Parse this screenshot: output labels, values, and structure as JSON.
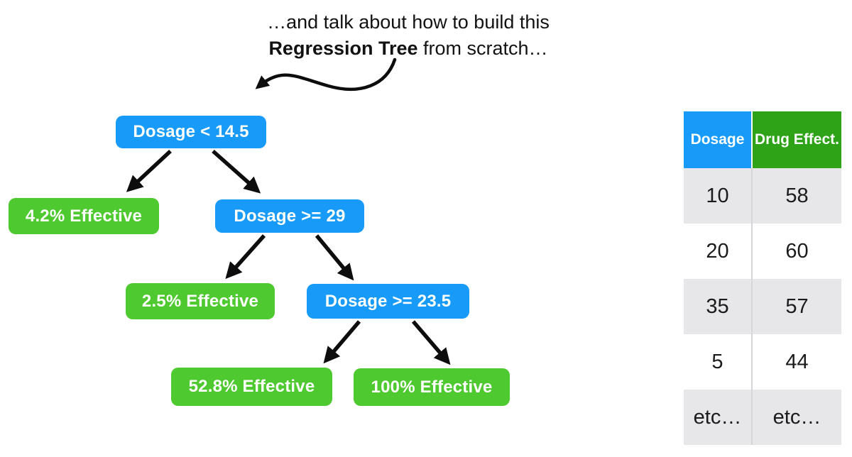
{
  "title": {
    "line1": "…and talk about how to build this",
    "line2_bold": "Regression Tree",
    "line2_rest": " from scratch…"
  },
  "tree": {
    "root": {
      "label": "Dosage < 14.5",
      "type": "decision"
    },
    "leaf_4_2": {
      "label": "4.2% Effective",
      "type": "leaf"
    },
    "node_29": {
      "label": "Dosage >= 29",
      "type": "decision"
    },
    "leaf_2_5": {
      "label": "2.5% Effective",
      "type": "leaf"
    },
    "node_23_5": {
      "label": "Dosage >= 23.5",
      "type": "decision"
    },
    "leaf_52_8": {
      "label": "52.8% Effective",
      "type": "leaf"
    },
    "leaf_100": {
      "label": "100% Effective",
      "type": "leaf"
    }
  },
  "table": {
    "headers": [
      "Dosage",
      "Drug Effect."
    ],
    "rows": [
      [
        "10",
        "58"
      ],
      [
        "20",
        "60"
      ],
      [
        "35",
        "57"
      ],
      [
        "5",
        "44"
      ],
      [
        "etc…",
        "etc…"
      ]
    ]
  },
  "colors": {
    "node_blue": "#189bf8",
    "node_green": "#4ec92f",
    "table_header_blue": "#189bf8",
    "table_header_green": "#2ea318",
    "table_row_gray": "#e7e6e8",
    "arrow_black": "#0d0d0d"
  }
}
